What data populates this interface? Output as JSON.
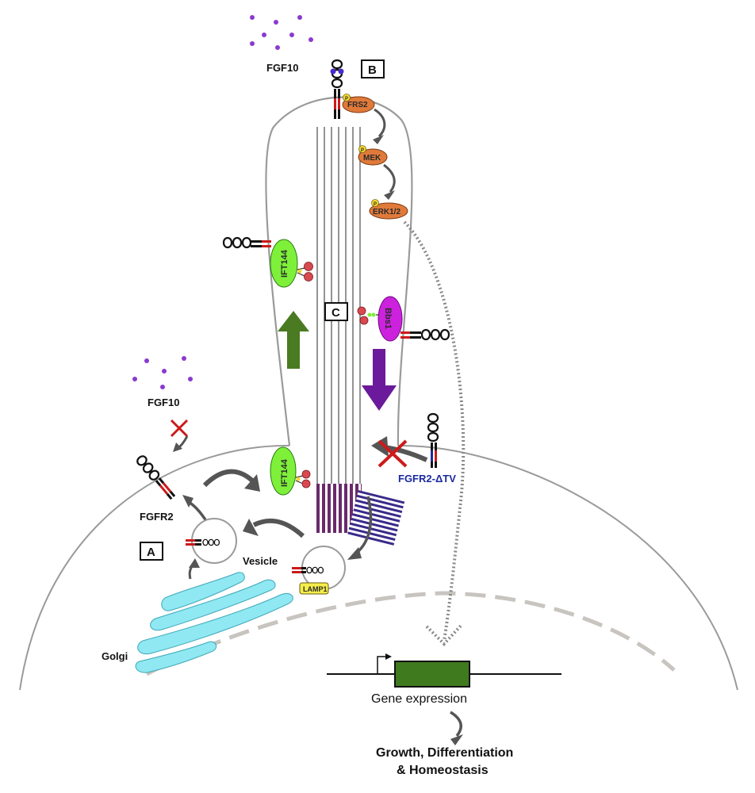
{
  "labels": {
    "fgf10_top": "FGF10",
    "fgf10_left": "FGF10",
    "fgfr2": "FGFR2",
    "fgfr2_dtv": "FGFR2-ΔTV",
    "vesicle": "Vesicle",
    "golgi": "Golgi",
    "lamp1": "LAMP1",
    "ift144_top": "IFT144",
    "ift144_bottom": "IFT144",
    "bbs1": "Bbs1",
    "frs2": "FRS2",
    "mek": "MEK",
    "erk": "ERK1/2",
    "phospho": "P",
    "gene_expression": "Gene expression",
    "outcome_line1": "Growth, Differentiation",
    "outcome_line2": "& Homeostasis"
  },
  "panels": {
    "a": "A",
    "b": "B",
    "c": "C"
  },
  "colors": {
    "membrane": "#9a9a9a",
    "nucleus": "#c8c4c0",
    "ift144": "#7ef03a",
    "bbs1": "#cc22dd",
    "kinase": "#e07a3a",
    "phospho": "#f2d830",
    "lamp1": "#f5ee4a",
    "golgi": "#8fe8f2",
    "arrow_anterograde": "#4a7a22",
    "arrow_retrograde": "#6a1a9a",
    "arrow_gray": "#555555",
    "ligand": "#8a3ad0",
    "receptor_tm": "#cc1a1a",
    "basal_body_1": "#6a2a6a",
    "basal_body_2": "#3a2a8a",
    "gene": "#3f7a1f",
    "fgfr2_dtv_text": "#1a2aa0",
    "inhibit_x": "#cc1a1a"
  },
  "icons": [
    "ligand-dot",
    "receptor-ig-loops",
    "phospho-circle",
    "inhibition-x",
    "transcription-start-arrow"
  ]
}
